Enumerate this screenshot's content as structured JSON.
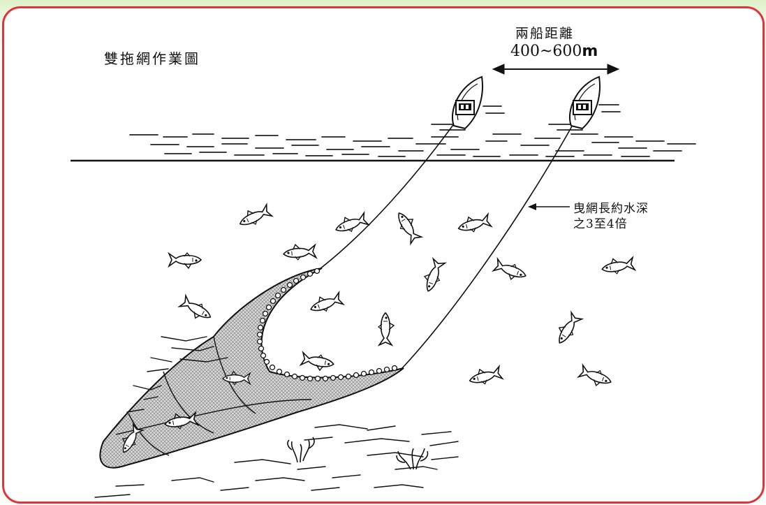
{
  "diagram": {
    "title": "雙拖網作業圖",
    "distance_label": "兩船距離",
    "distance_value": "400~600",
    "distance_unit": "m",
    "rope_note_line1": "曳網長約水深",
    "rope_note_line2": "之3至4倍"
  },
  "colors": {
    "frame_border": "#e0343b",
    "background_tint": "#dff2c8",
    "ink": "#111111"
  },
  "icons": [
    "boat-icon",
    "fish-icon",
    "seaweed-icon",
    "double-arrow-icon"
  ]
}
